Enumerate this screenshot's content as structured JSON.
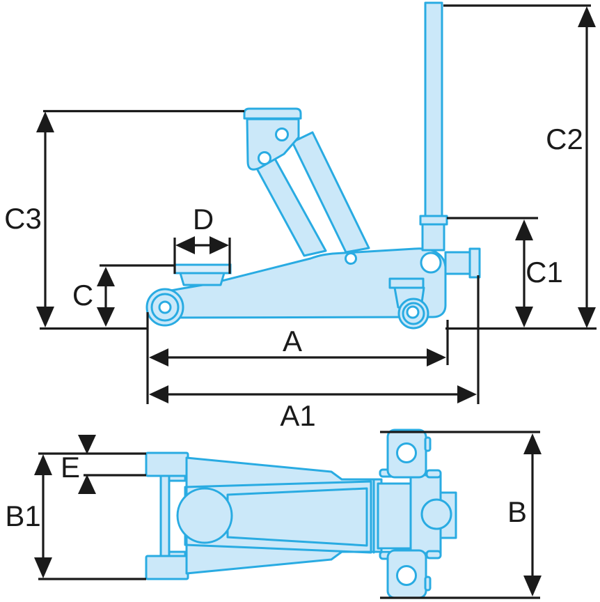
{
  "diagram": {
    "kind": "technical-dimension-drawing",
    "subject": "trolley-jack",
    "views": [
      {
        "id": "side-view",
        "dimension_labels": [
          "C3",
          "C",
          "D",
          "A",
          "A1",
          "C1",
          "C2"
        ]
      },
      {
        "id": "top-view",
        "dimension_labels": [
          "E",
          "B1",
          "B"
        ]
      }
    ]
  },
  "labels": {
    "c3": "C3",
    "c": "C",
    "d": "D",
    "a": "A",
    "a1": "A1",
    "c2": "C2",
    "c1": "C1",
    "e": "E",
    "b1": "B1",
    "b": "B"
  },
  "colors": {
    "line_blue": "#29abe2",
    "fill_blue": "#cbe8f9",
    "fill_light": "#daeefb",
    "dim_black": "#1a1a1a"
  }
}
